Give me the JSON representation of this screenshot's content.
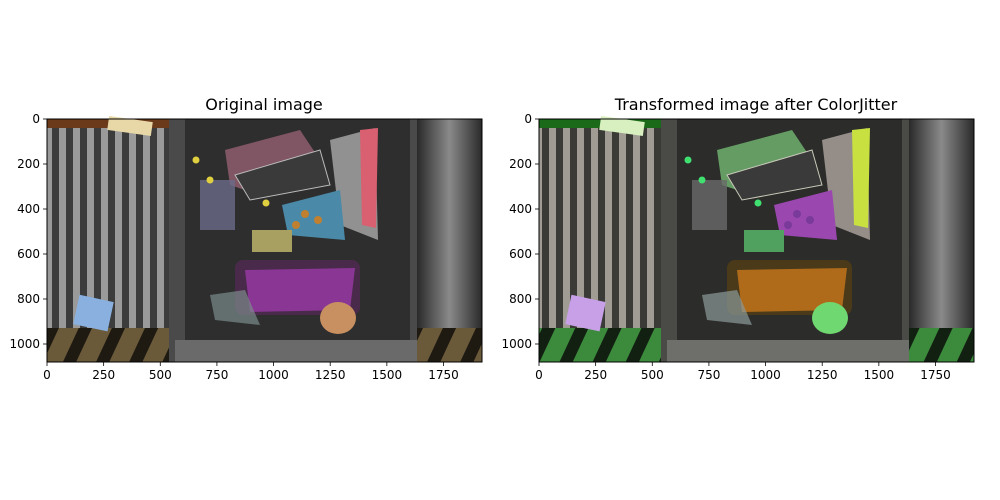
{
  "chart_data": [
    {
      "type": "image",
      "title": "Original image",
      "xlabel": "",
      "ylabel": "",
      "xlim": [
        0,
        1920
      ],
      "ylim": [
        1080,
        0
      ],
      "xticks": [
        0,
        250,
        500,
        750,
        1000,
        1250,
        1500,
        1750
      ],
      "yticks": [
        0,
        200,
        400,
        600,
        800,
        1000
      ],
      "grid": false,
      "content": "top-down photo of a bin with bagged items"
    },
    {
      "type": "image",
      "title": "Transformed image after ColorJitter",
      "xlabel": "",
      "ylabel": "",
      "xlim": [
        0,
        1920
      ],
      "ylim": [
        1080,
        0
      ],
      "xticks": [
        0,
        250,
        500,
        750,
        1000,
        1250,
        1500,
        1750
      ],
      "yticks": [
        0,
        200,
        400,
        600,
        800,
        1000
      ],
      "grid": false,
      "content": "same photo with color jitter applied"
    }
  ]
}
